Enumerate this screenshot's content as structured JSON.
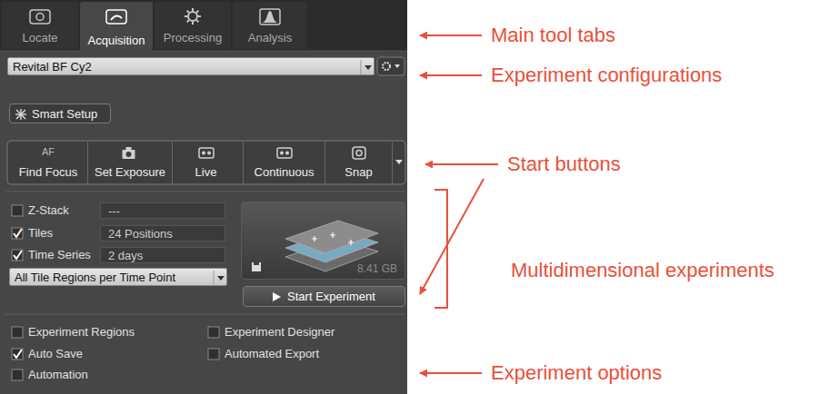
{
  "diagram": {
    "nodes": [
      {
        "text": [
          "Locate"
        ]
      },
      {
        "text": [
          "Acquisition"
        ]
      },
      {
        "text": [
          "Processing"
        ]
      },
      {
        "text": [
          "Analysis"
        ]
      },
      {
        "text": [
          "Revital BF Cy2"
        ]
      },
      {
        "text": [
          "Smart Setup"
        ]
      },
      {
        "text": [
          "AF",
          "Find Focus"
        ]
      },
      {
        "text": [
          "Set Exposure"
        ]
      },
      {
        "text": [
          "Live"
        ]
      },
      {
        "text": [
          "Continuous"
        ]
      },
      {
        "text": [
          "Snap"
        ]
      },
      {
        "text": [
          "---"
        ]
      },
      {
        "text": [
          "24 Positions"
        ]
      },
      {
        "text": [
          "2 days"
        ]
      },
      {
        "text": [
          "All Tile Regions per Time Point"
        ]
      },
      {
        "text": [
          "8.41 GB"
        ]
      },
      {
        "text": [
          "Start Experiment"
        ]
      }
    ],
    "labels": [
      "Z-Stack",
      "Tiles",
      "Time Series",
      "Experiment Regions",
      "Experiment Designer",
      "Auto Save",
      "Automated Export",
      "Automation",
      "Main tool tabs",
      "Experiment configurations",
      "Start buttons",
      "Multidimensional experiments",
      "Experiment options"
    ]
  }
}
